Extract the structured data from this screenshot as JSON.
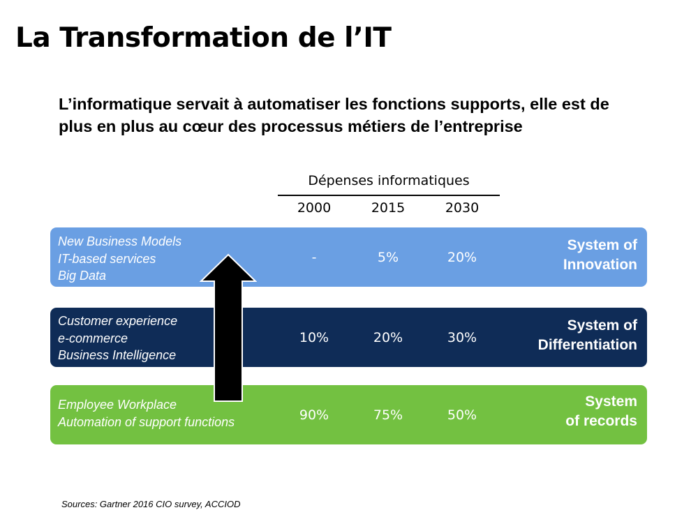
{
  "slide": {
    "title": "La Transformation de l’IT",
    "subtitle_lines": [
      "L’informatique servait à automatiser les fonctions supports, elle est de",
      "plus en plus au cœur des processus métiers de l’entreprise"
    ]
  },
  "spend": {
    "header": "Dépenses informatiques",
    "years": [
      "2000",
      "2015",
      "2030"
    ]
  },
  "bands": [
    {
      "items": [
        "New Business Models",
        "IT-based services",
        "Big Data"
      ],
      "values": [
        "-",
        "5%",
        "20%"
      ],
      "system_lines": [
        "System of",
        "Innovation"
      ],
      "color": "#6a9fe3"
    },
    {
      "items": [
        "Customer experience",
        "e-commerce",
        "Business Intelligence"
      ],
      "values": [
        "10%",
        "20%",
        "30%"
      ],
      "system_lines": [
        "System of",
        "Differentiation"
      ],
      "color": "#0f2c57"
    },
    {
      "items": [
        "Employee Workplace",
        "Automation of support functions"
      ],
      "values": [
        "90%",
        "75%",
        "50%"
      ],
      "system_lines": [
        "System",
        "of records"
      ],
      "color": "#73c141"
    }
  ],
  "arrow_icon": "up-arrow-icon",
  "source": "Sources: Gartner 2016 CIO survey, ACCIOD"
}
